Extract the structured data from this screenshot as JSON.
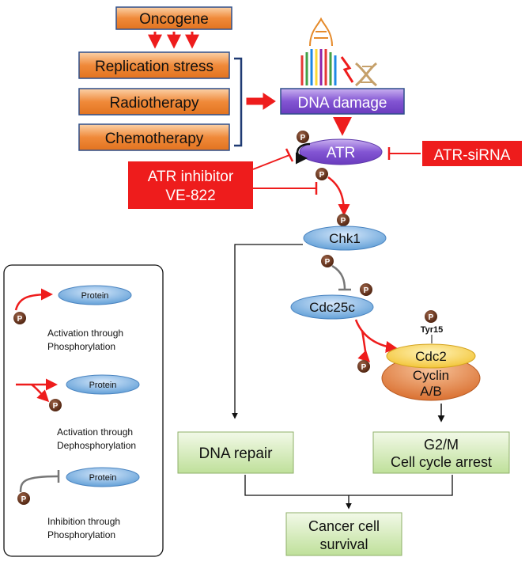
{
  "nodes": {
    "oncogene": "Oncogene",
    "replication_stress": "Replication stress",
    "radiotherapy": "Radiotherapy",
    "chemotherapy": "Chemotherapy",
    "dna_damage": "DNA damage",
    "atr": "ATR",
    "atr_sirna": "ATR-siRNA",
    "atr_inhibitor_line1": "ATR inhibitor",
    "atr_inhibitor_line2": "VE-822",
    "chk1": "Chk1",
    "cdc25c": "Cdc25c",
    "tyr15": "Tyr15",
    "cdc2": "Cdc2",
    "cyclin_line1": "Cyclin",
    "cyclin_line2": "A/B",
    "dna_repair": "DNA repair",
    "g2m_line1": "G2/M",
    "g2m_line2": "Cell cycle arrest",
    "survival_line1": "Cancer cell",
    "survival_line2": "survival"
  },
  "phospho_symbol": "P",
  "legend": {
    "protein_label": "Protein",
    "activation_phos_line1": "Activation through",
    "activation_phos_line2": "Phosphorylation",
    "activation_dephos_line1": "Activation through",
    "activation_dephos_line2": "Dephosphorylation",
    "inhibition_line1": "Inhibition through",
    "inhibition_line2": "Phosphorylation"
  },
  "colors": {
    "orange_box": "#ee8a3c",
    "purple": "#7d4bc7",
    "red": "#ee1c1c",
    "blue_protein": "#5b9bd5",
    "green_box": "#cde6b0",
    "yellow_cdc2": "#f7d24a",
    "phospho_brown": "#5a2a14",
    "navy_bracket": "#1f3a73"
  }
}
